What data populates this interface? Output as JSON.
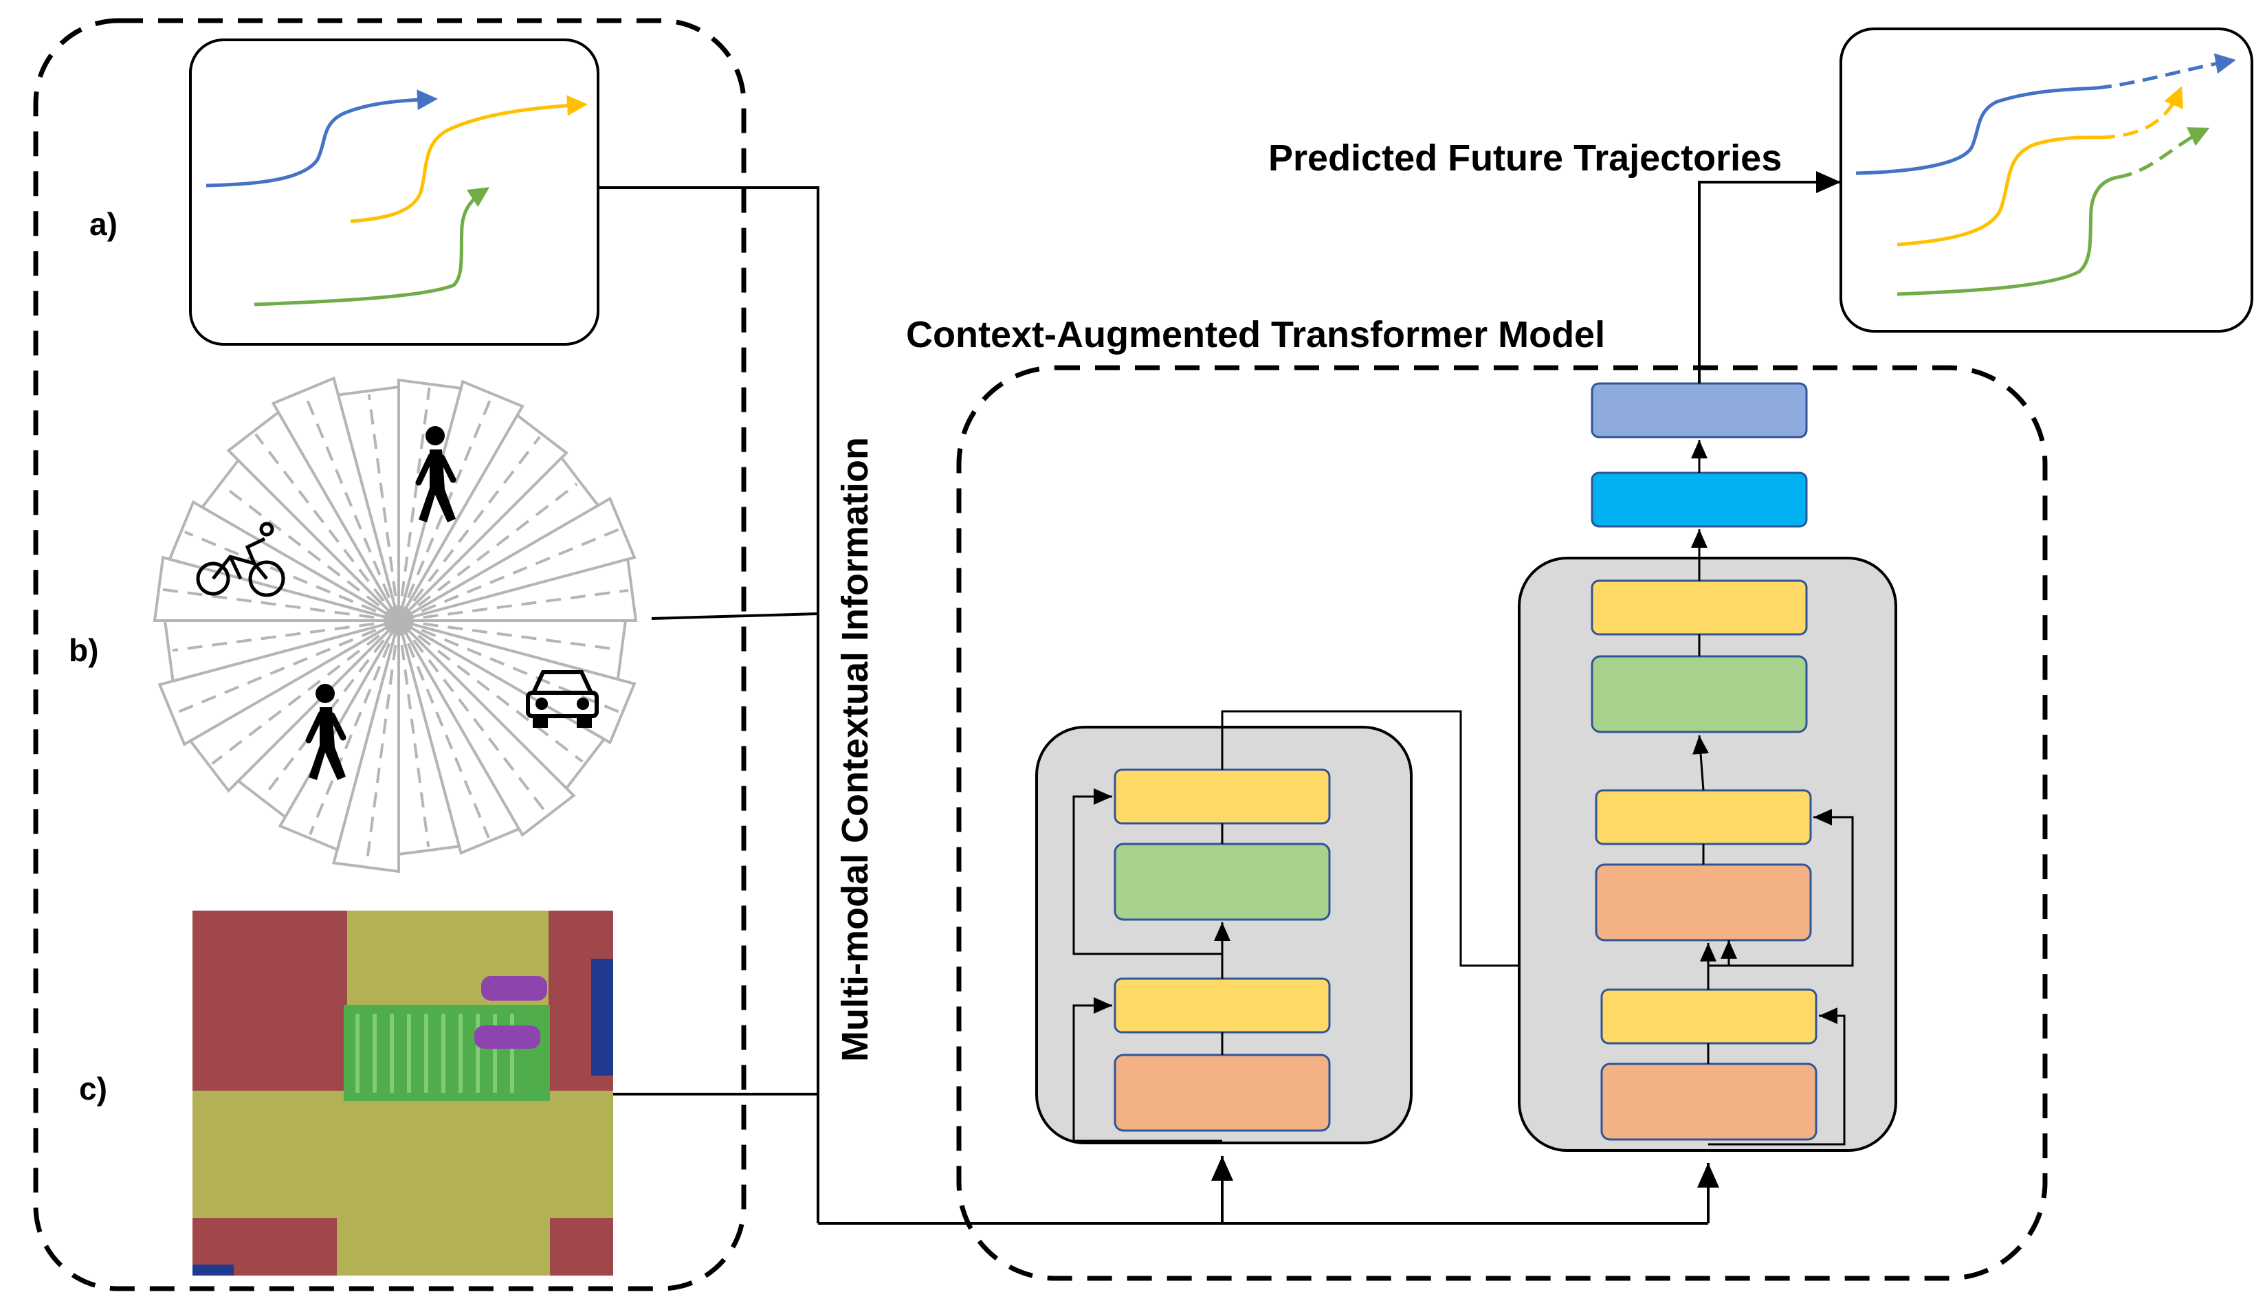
{
  "labels": {
    "a": "a)",
    "b": "b)",
    "c": "c)",
    "multimodal": "Multi-modal Contextual Information",
    "model": "Context-Augmented Transformer Model",
    "predicted": "Predicted Future Trajectories"
  },
  "colors": {
    "traj_blue": "#4472C4",
    "traj_yellow": "#FFC000",
    "traj_green": "#70AD47",
    "block_yellow": "#FFD966",
    "block_green": "#A9D18E",
    "block_orange": "#F4B183",
    "block_cyan": "#00B0F0",
    "block_blue": "#8FAADC",
    "block_border": "#2F5597",
    "panel_gray": "#D9D9D9",
    "map_red": "#A0474C",
    "map_olive": "#B3B155",
    "map_green": "#4FAE4B",
    "map_blue": "#1F3A8F",
    "car_purple": "#8E44AD"
  },
  "icons": {
    "pedestrian_top": "pedestrian-icon",
    "pedestrian_bottom": "pedestrian-icon",
    "cyclist": "cyclist-icon",
    "car": "car-icon"
  }
}
